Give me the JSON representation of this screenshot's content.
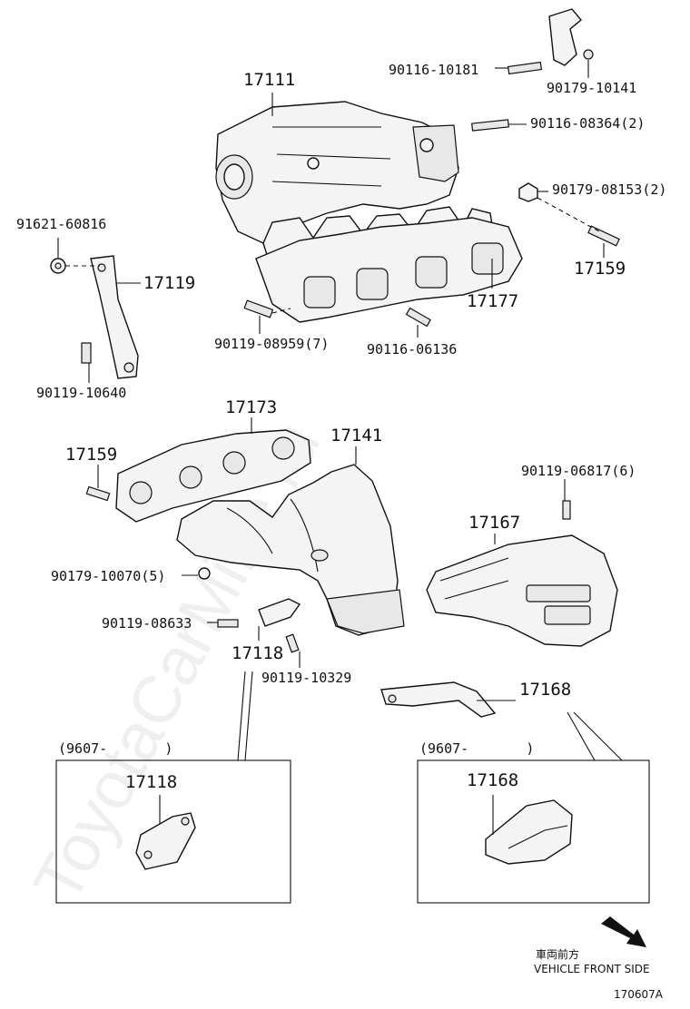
{
  "watermark": "ToyotaCarMine.ru",
  "labels": {
    "p17111": "17111",
    "p90116_10181": "90116-10181",
    "p90179_10141": "90179-10141",
    "p90116_08364": "90116-08364(2)",
    "p90179_08153": "90179-08153(2)",
    "p91621_60816": "91621-60816",
    "p17119": "17119",
    "p17159_top": "17159",
    "p17177": "17177",
    "p90119_08959": "90119-08959(7)",
    "p90116_06136": "90116-06136",
    "p90119_10640": "90119-10640",
    "p17173": "17173",
    "p17141": "17141",
    "p17159_mid": "17159",
    "p90119_06817": "90119-06817(6)",
    "p17167": "17167",
    "p90179_10070": "90179-10070(5)",
    "p90119_08633": "90119-08633",
    "p17118": "17118",
    "p90119_10329": "90119-10329",
    "p17168": "17168",
    "box_left_date": "(9607-       )",
    "box_left_part": "17118",
    "box_right_date": "(9607-       )",
    "box_right_part": "17168",
    "front_jp": "車両前方",
    "front_en": "VEHICLE FRONT SIDE",
    "diagram_code": "170607A"
  }
}
